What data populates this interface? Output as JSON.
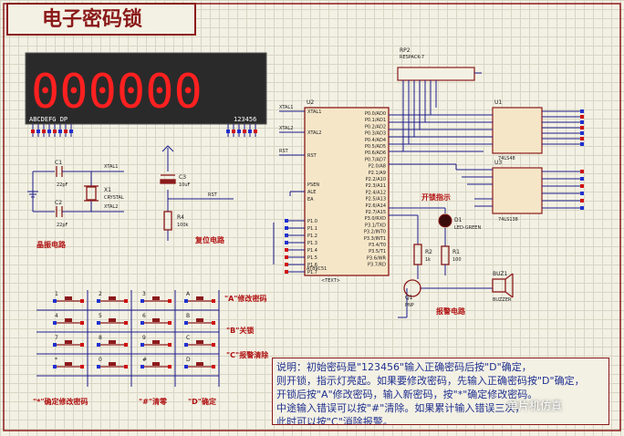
{
  "title": "电子密码锁",
  "display": {
    "digits": "000000",
    "left_label": "ABCDEFG DP",
    "right_label": "123456"
  },
  "components": {
    "rp2": "RP2",
    "rp2_part": "RESPACK-7",
    "u1": "U1",
    "u1_part": "74LS48",
    "u2": "U2",
    "u2_part": "AT89C51",
    "u3": "U3",
    "u3_part": "74LS138",
    "c1": "C1",
    "c1_val": "22pF",
    "c2": "C2",
    "c2_val": "22pF",
    "c3": "C3",
    "c3_val": "10uF",
    "x1": "X1",
    "x1_part": "CRYSTAL",
    "r1": "R1",
    "r1_val": "100",
    "r2": "R2",
    "r2_val": "1k",
    "r4": "R4",
    "r4_val": "100k",
    "d1": "D1",
    "d1_part": "LED-GREEN",
    "q1": "Q1",
    "q1_part": "PNP",
    "buz1": "BUZ1",
    "buz1_part": "BUZZER",
    "text_tag": "<TEXT>"
  },
  "nets": {
    "xtal1": "XTAL1",
    "xtal2": "XTAL2",
    "rst": "RST"
  },
  "pins_left": [
    "XTAL1",
    "XTAL2",
    "RST",
    "PSEN",
    "ALE",
    "EA",
    "P1.0",
    "P1.1",
    "P1.2",
    "P1.3",
    "P1.4",
    "P1.5",
    "P1.6",
    "P1.7"
  ],
  "pins_right": [
    "P0.0/AD0",
    "P0.1/AD1",
    "P0.2/AD2",
    "P0.3/AD3",
    "P0.4/AD4",
    "P0.5/AD5",
    "P0.6/AD6",
    "P0.7/AD7",
    "P2.0/A8",
    "P2.1/A9",
    "P2.2/A10",
    "P2.3/A11",
    "P2.4/A12",
    "P2.5/A13",
    "P2.6/A14",
    "P2.7/A15",
    "P3.0/RXD",
    "P3.1/TXD",
    "P3.2/INT0",
    "P3.3/INT1",
    "P3.4/T0",
    "P3.5/T1",
    "P3.6/WR",
    "P3.7/RD"
  ],
  "labels": {
    "crystal_circuit": "晶振电路",
    "reset_circuit": "复位电路",
    "unlock_indicator": "开锁指示",
    "alarm_circuit": "报警电路",
    "key_a": "\"A\"修改密码",
    "key_b": "\"B\"关锁",
    "key_c": "\"C\"报警清除",
    "key_star": "\"*\"确定修改密码",
    "key_hash": "\"#\"清零",
    "key_d": "\"D\"确定"
  },
  "keypad": {
    "keys": [
      "1",
      "2",
      "3",
      "A",
      "4",
      "5",
      "6",
      "B",
      "7",
      "8",
      "9",
      "C",
      "*",
      "0",
      "#",
      "D"
    ]
  },
  "note": {
    "lines": [
      "说明：初始密码是\"123456\"输入正确密码后按\"D\"确定，",
      "则开锁，指示灯亮起。如果要修改密码，先输入正确密码按\"D\"确定，",
      "开锁后按\"A\"修改密码，输入新密码，按\"*\"确定修改密码。",
      "中途输入错误可以按\"#\"清除。如果累计输入错误三次，",
      "此时可以按\"C\"消除报警。"
    ]
  },
  "watermark": "单片机仿真",
  "colors": {
    "wire": "#1c1c8a",
    "component": "#8b1a1a",
    "display_bg": "#2a2a2a",
    "segment": "#ff2020",
    "pin_red": "#d01010",
    "pin_blue": "#2030d0"
  }
}
